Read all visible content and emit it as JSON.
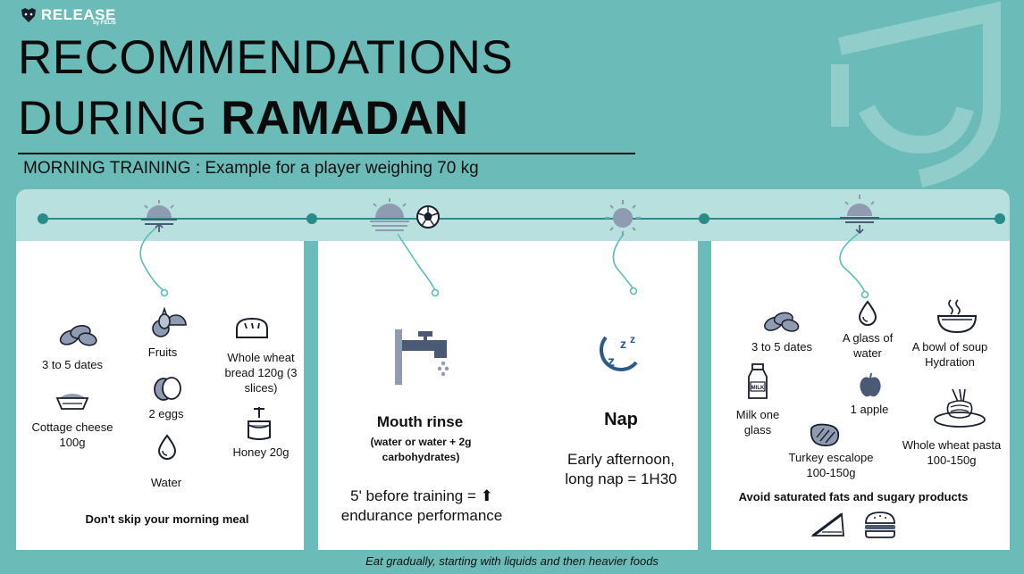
{
  "brand": {
    "name": "RELEASE",
    "sub": "by FELIS"
  },
  "title": {
    "line1": "RECOMMENDATIONS",
    "line2_light": "DURING ",
    "line2_bold": "RAMADAN"
  },
  "subtitle": "MORNING TRAINING : Example for a player weighing 70 kg",
  "colors": {
    "background": "#6bbcb9",
    "band": "#b8e0de",
    "accent": "#2a8c88",
    "icon": "#4a5a75",
    "panel": "#ffffff"
  },
  "icons": {
    "sunrise": "sunrise-icon",
    "sunset": "sunset-icon",
    "sun": "sun-icon",
    "ball": "soccer-ball-icon",
    "dates": "dates-icon",
    "fruits": "fruits-icon",
    "bread": "bread-icon",
    "cottage": "cottage-cheese-icon",
    "eggs": "eggs-icon",
    "honey": "honey-icon",
    "water": "water-drop-icon",
    "tap": "tap-icon",
    "sleep": "sleep-icon",
    "milk": "milk-icon",
    "apple": "apple-icon",
    "soup": "soup-bowl-icon",
    "meat": "turkey-escalope-icon",
    "pasta": "pasta-icon",
    "pie": "pie-icon",
    "burger": "burger-icon"
  },
  "panel1": {
    "dates": "3 to 5 dates",
    "fruits": "Fruits",
    "bread": "Whole wheat bread 120g (3 slices)",
    "cottage": "Cottage cheese 100g",
    "eggs": "2 eggs",
    "honey": "Honey 20g",
    "water": "Water",
    "note": "Don't skip your morning meal"
  },
  "panel2": {
    "rinse_title": "Mouth rinse",
    "rinse_sub": "(water or water + 2g carbohydrates)",
    "rinse_desc": "5' before training = ⬆ endurance performance",
    "nap_title": "Nap",
    "nap_desc": "Early afternoon, long nap = 1H30"
  },
  "panel3": {
    "dates": "3 to 5 dates",
    "water": "A glass of water",
    "soup": "A bowl of soup Hydration",
    "milk": "Milk one glass",
    "apple": "1 apple",
    "turkey": "Turkey escalope 100-150g",
    "pasta": "Whole wheat pasta 100-150g",
    "avoid": "Avoid saturated fats and sugary products"
  },
  "footer": "Eat gradually, starting with liquids and then heavier foods"
}
